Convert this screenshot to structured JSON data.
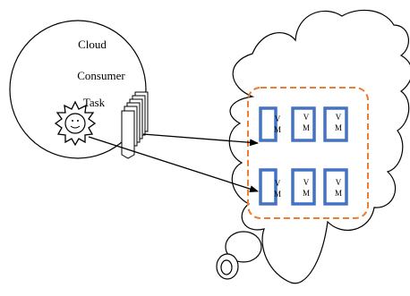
{
  "consumer": {
    "line1": "Cloud",
    "line2": "Consumer",
    "line3": "Task"
  },
  "vm_label_top": "V",
  "vm_label_bottom": "M",
  "colors": {
    "vm_border": "#4472C4",
    "dashed_box": "#ED7D31",
    "stroke": "#000000"
  },
  "icons": [
    "sun-icon",
    "task-stack-icon",
    "cloud-icon",
    "arrow-icon"
  ]
}
